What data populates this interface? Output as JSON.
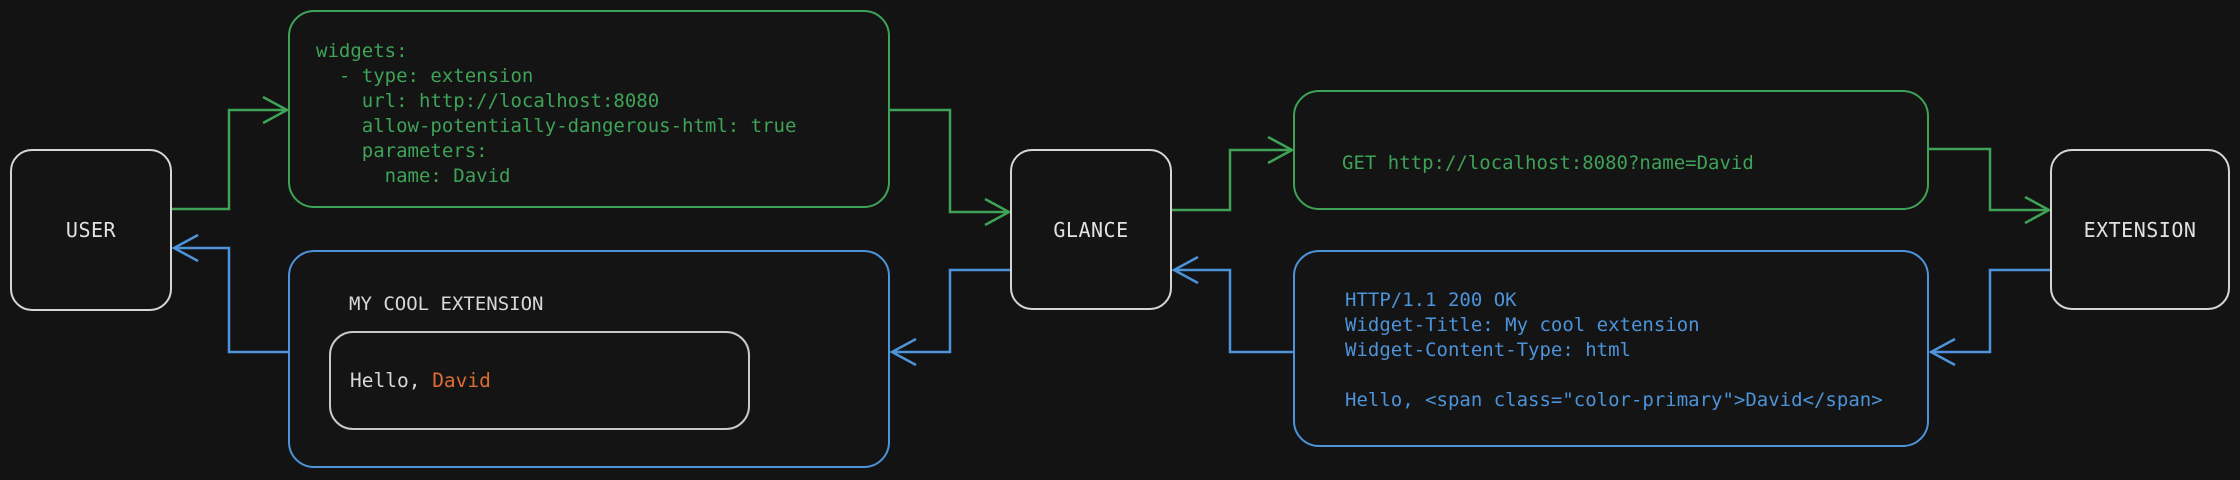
{
  "nodes": {
    "user": {
      "label": "USER"
    },
    "glance": {
      "label": "GLANCE"
    },
    "extension": {
      "label": "EXTENSION"
    }
  },
  "config_box": {
    "code": "widgets:\n  - type: extension\n    url: http://localhost:8080\n    allow-potentially-dangerous-html: true\n    parameters:\n      name: David"
  },
  "request_box": {
    "code": "GET http://localhost:8080?name=David"
  },
  "response_box": {
    "code": "HTTP/1.1 200 OK\nWidget-Title: My cool extension\nWidget-Content-Type: html\n\nHello, <span class=\"color-primary\">David</span>"
  },
  "widget_box": {
    "title": "MY COOL EXTENSION",
    "greeting_prefix": "Hello, ",
    "greeting_name": "David"
  },
  "colors": {
    "background": "#131313",
    "request_green": "#3EA257",
    "response_blue": "#4C93D9",
    "node_border": "#D6D6D6",
    "text_light": "#D8D8D8",
    "highlight_orange": "#DE6A34"
  }
}
